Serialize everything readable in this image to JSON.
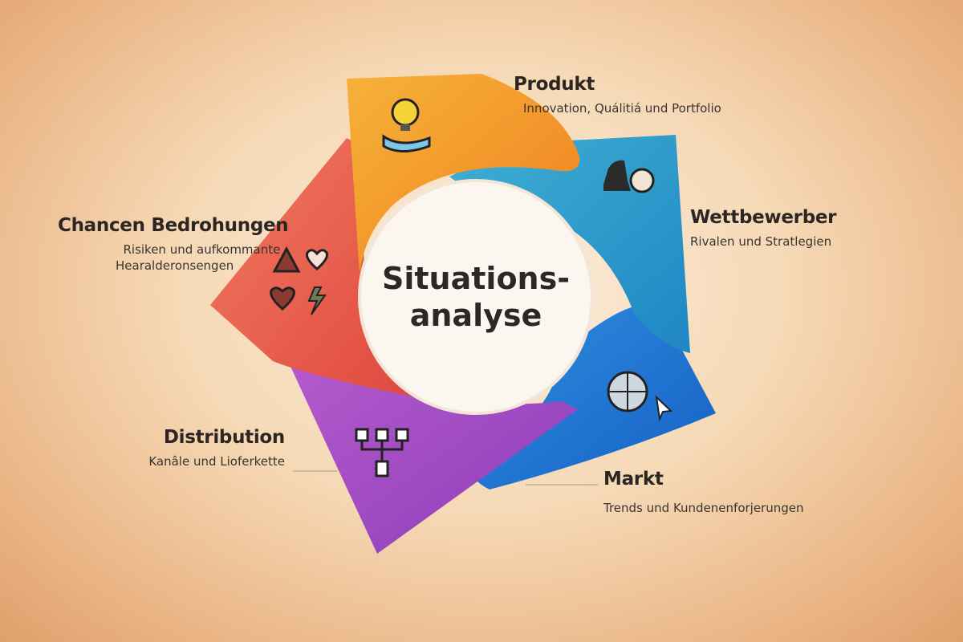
{
  "center": {
    "line1": "Situations-",
    "line2": "analyse"
  },
  "segments": [
    {
      "title": "Produkt",
      "subtitle": "Innovation, Quálitiá und Portfolio",
      "color": "#f39a2b",
      "icon": "lightbulb-hand-icon"
    },
    {
      "title": "Wettbewerber",
      "subtitle": "Rivalen und Stratlegien",
      "color": "#2e9bc9",
      "icon": "chess-knight-icon"
    },
    {
      "title": "Markt",
      "subtitle": "Trends und Kundenenforjerungen",
      "color": "#1f72d0",
      "icon": "globe-cursor-icon"
    },
    {
      "title": "Distribution",
      "subtitle": "Kanâle und Lioferkette",
      "color": "#a24fc4",
      "icon": "hierarchy-icon"
    },
    {
      "title": "Chancen Bedrohungen",
      "subtitle_line1": "Risiken und aufkommante",
      "subtitle_line2": "Hearalderonsengen",
      "color": "#ea6050",
      "icon": "warning-heart-lightning-icon"
    }
  ]
}
